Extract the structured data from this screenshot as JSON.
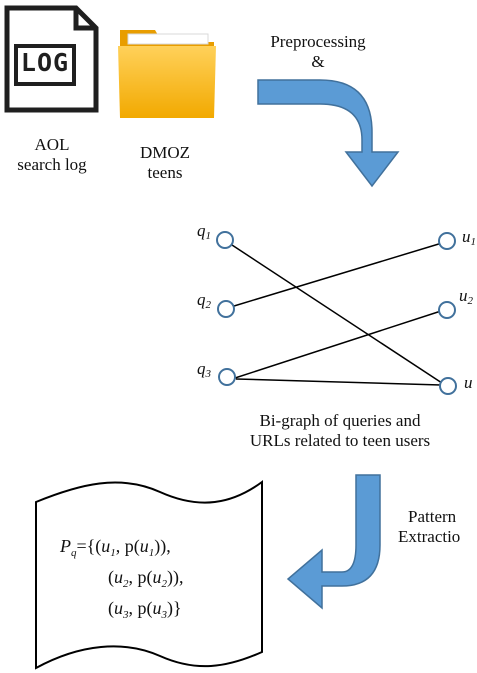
{
  "sources": {
    "aol_icon_text": "LOG",
    "aol_label_line1": "AOL",
    "aol_label_line2": "search log",
    "dmoz_label_line1": "DMOZ",
    "dmoz_label_line2": "teens"
  },
  "step1": {
    "label_line1": "Preprocessing",
    "label_line2": "&"
  },
  "bigraph": {
    "queries": [
      {
        "base": "q",
        "sub": "1"
      },
      {
        "base": "q",
        "sub": "2"
      },
      {
        "base": "q",
        "sub": "3"
      }
    ],
    "urls": [
      {
        "base": "u",
        "sub": "1"
      },
      {
        "base": "u",
        "sub": "2"
      },
      {
        "base": "u",
        "sub": ""
      }
    ],
    "caption_line1": "Bi-graph of  queries and",
    "caption_line2": "URLs related to teen users"
  },
  "step2": {
    "label_line1": "Pattern",
    "label_line2": "Extractio"
  },
  "result": {
    "lhs": "P",
    "lhs_sub": "q",
    "line1": {
      "open": "={(",
      "u": "u",
      "sub": "1",
      "mid": ", p(",
      "u2": "u",
      "sub2": "1",
      "close": ")),"
    },
    "line2": {
      "open": "(",
      "u": "u",
      "sub": "2",
      "mid": ", p(",
      "u2": "u",
      "sub2": "2",
      "close": ")),"
    },
    "line3": {
      "open": "(",
      "u": "u",
      "sub": "3",
      "mid": ", p(",
      "u2": "u",
      "sub2": "3",
      "close": ")}"
    }
  },
  "colors": {
    "arrow_fill": "#5b9bd5",
    "arrow_stroke": "#41719c",
    "folder_front": "#f4b400",
    "folder_back": "#e59a00",
    "node_stroke": "#41719c"
  }
}
